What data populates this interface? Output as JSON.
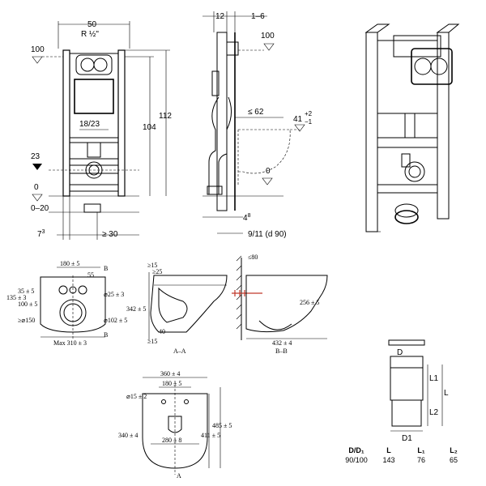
{
  "front_view": {
    "width": "50",
    "thread": "R ½\"",
    "top_level": "100",
    "height_total": "112",
    "height_inner": "104",
    "spacing": "18/23",
    "side_level": "23",
    "zero_level": "0",
    "range": "0–20",
    "bottom_left": "7",
    "bottom_left_sup": "3",
    "bottom_right": "≥ 30"
  },
  "side_view": {
    "top_a": "12",
    "top_b": "1–6",
    "level_100": "100",
    "depth": "≤ 62",
    "tol_base": "41",
    "tol_plus": "+2",
    "tol_minus": "−1",
    "zero": "0",
    "bottom_a": "4",
    "bottom_a_sup": "8",
    "bottom_b": "9/11 (d 90)"
  },
  "bowl_front": {
    "w180": "180 ± 5",
    "d55": "55",
    "d25": "⌀25 ± 3",
    "v35": "35 ± 5",
    "v135": "135 ± 3",
    "v100": "100 ± 5",
    "d150": "≥⌀150",
    "d102": "⌀102 ± 5",
    "max": "Max 310 ± 3",
    "label_b": "B"
  },
  "bowl_section_aa": {
    "v15a": "≥15",
    "v25": "≥25",
    "h342": "342 ± 5",
    "v40": "40",
    "v15b": "≥15",
    "caption": "A–A"
  },
  "bowl_section_bb": {
    "v80": "≤80",
    "h256": "256 ± 5",
    "w432": "432 ± 4",
    "caption": "B–B"
  },
  "bowl_top": {
    "w360": "360 ± 4",
    "w180": "180 ± 5",
    "d15": "⌀15 ± 2",
    "h340": "340 ± 4",
    "w280": "280 ± 8",
    "h411": "411 ± 5",
    "h485": "485 ± 5",
    "label_a": "A"
  },
  "pipe": {
    "label_d": "D",
    "label_d1": "D1",
    "label_l1": "L1",
    "label_l2": "L2",
    "label_l": "L"
  },
  "table": {
    "headers": [
      "D/D₁",
      "L",
      "L₁",
      "L₂"
    ],
    "row": [
      "90/100",
      "143",
      "76",
      "65"
    ]
  }
}
